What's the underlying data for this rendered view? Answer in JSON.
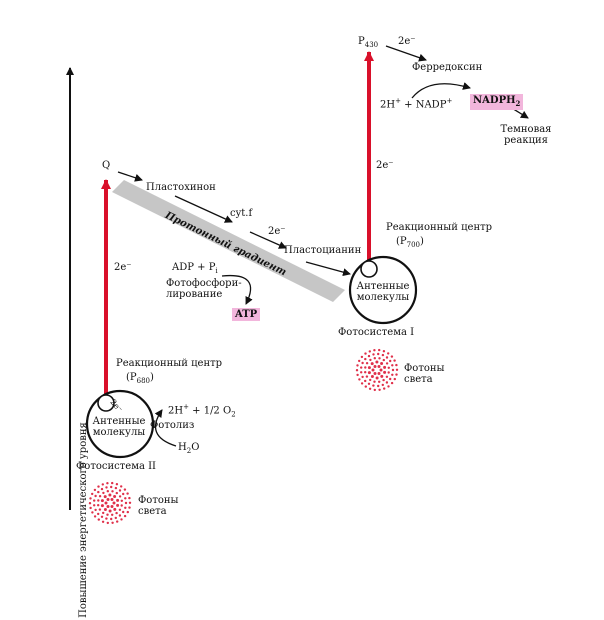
{
  "axis_label": "Повышение энергетического уровня",
  "ps1": {
    "p430": "P",
    "p430_sub": "430",
    "two_e_top": "2e⁻",
    "ferredoxin": "Ферредоксин",
    "h_nadp_left": "2H",
    "h_nadp_sup": "+",
    "h_nadp_mid": " + NADP",
    "h_nadp_sup2": "+",
    "nadph": "NADPH",
    "nadph_sub": "2",
    "dark_reaction_1": "Темновая",
    "dark_reaction_2": "реакция",
    "two_e_vertical": "2e⁻",
    "reaction_center": "Реакционный центр",
    "p700_open": "(P",
    "p700_sub": "700",
    "p700_close": ")",
    "antenna_1": "Антенные",
    "antenna_2": "молекулы",
    "system_name": "Фотосистема I",
    "photons_1": "Фотоны",
    "photons_2": "света"
  },
  "chain": {
    "q": "Q",
    "plastoquinone": "Пластохинон",
    "proton_gradient": "Протонный градиент",
    "cytf": "cyt.f",
    "two_e": "2e⁻",
    "plastocyanin": "Пластоцианин",
    "adp_left": "ADP + P",
    "adp_sub": "i",
    "photophos_1": "Фотофосфори-",
    "photophos_2": "лирование",
    "atp": "ATP"
  },
  "ps2": {
    "two_e_vertical": "2e⁻",
    "reaction_center": "Реакционный центр",
    "p680_open": "(P",
    "p680_sub": "680",
    "p680_close": ")",
    "two_e_small": "2e⁻",
    "h_o2_left": "2H",
    "h_o2_sup": "+",
    "h_o2_mid": " + 1/2 O",
    "h_o2_sub": "2",
    "photolysis": "Фотолиз",
    "water_left": "H",
    "water_sub": "2",
    "water_right": "O",
    "antenna_1": "Антенные",
    "antenna_2": "молекулы",
    "system_name": "Фотосистема II",
    "photons_1": "Фотоны",
    "photons_2": "света"
  },
  "colors": {
    "red_arrow": "#d9102a",
    "band": "#c6c6c6",
    "pink_highlight": "#f2b6dc",
    "photon_dots": "#e0304a"
  }
}
